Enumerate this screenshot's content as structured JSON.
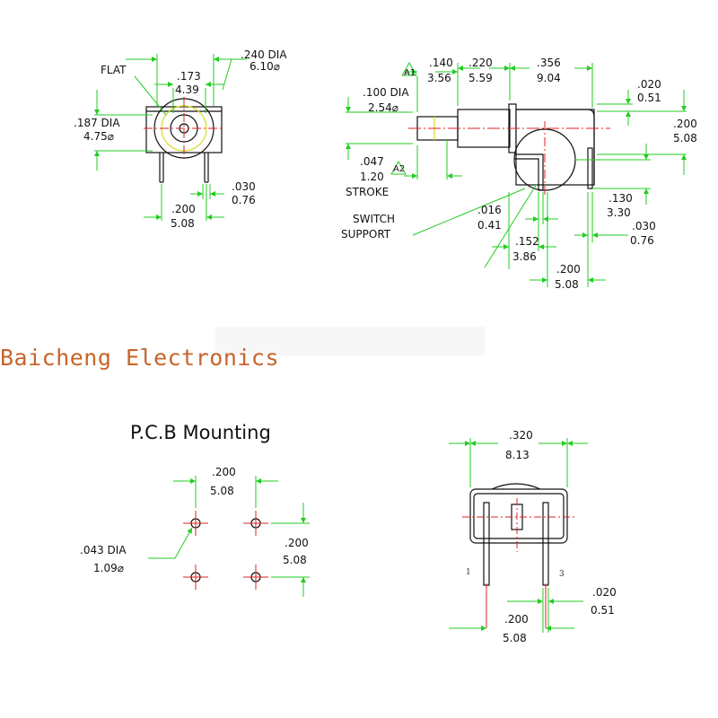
{
  "brand": {
    "text": "Baicheng Electronics",
    "color": "#c8642a"
  },
  "colors": {
    "dimension_lines": "#22cc22",
    "center_lines": "#e02020",
    "outline": "#111111"
  },
  "front_view": {
    "flat_label": "FLAT",
    "dia_outer_in": ".240 DIA",
    "dia_outer_mm": "6.10⌀",
    "width_in": ".173",
    "width_mm": "4.39",
    "dia_inner_in": ".187 DIA",
    "dia_inner_mm": "4.75⌀",
    "pin_width_in": ".030",
    "pin_width_mm": "0.76",
    "pin_spacing_in": ".200",
    "pin_spacing_mm": "5.08"
  },
  "side_view": {
    "marker_a1": "A1",
    "marker_a2": "A2",
    "a1_in": ".140",
    "a1_mm": "3.56",
    "len1_in": ".220",
    "len1_mm": "5.59",
    "len2_in": ".356",
    "len2_mm": "9.04",
    "top_in": ".020",
    "top_mm": "0.51",
    "height_in": ".200",
    "height_mm": "5.08",
    "dia_in": ".100 DIA",
    "dia_mm": "2.54⌀",
    "stroke_in": ".047",
    "stroke_mm": "1.20",
    "stroke_label": "STROKE",
    "support_line1": "SWITCH",
    "support_line2": "SUPPORT",
    "gap_in": ".016",
    "gap_mm": "0.41",
    "off1_in": ".152",
    "off1_mm": "3.86",
    "pin_len_in": ".130",
    "pin_len_mm": "3.30",
    "pin_w_in": ".030",
    "pin_w_mm": "0.76",
    "pin_pitch_in": ".200",
    "pin_pitch_mm": "5.08"
  },
  "pcb": {
    "title": "P.C.B Mounting",
    "h_spacing_in": ".200",
    "h_spacing_mm": "5.08",
    "v_spacing_in": ".200",
    "v_spacing_mm": "5.08",
    "hole_in": ".043 DIA",
    "hole_mm": "1.09⌀"
  },
  "bottom_view": {
    "width_in": ".320",
    "width_mm": "8.13",
    "pin1": "1",
    "pin3": "3",
    "pin_w_in": ".020",
    "pin_w_mm": "0.51",
    "pitch_in": ".200",
    "pitch_mm": "5.08"
  }
}
